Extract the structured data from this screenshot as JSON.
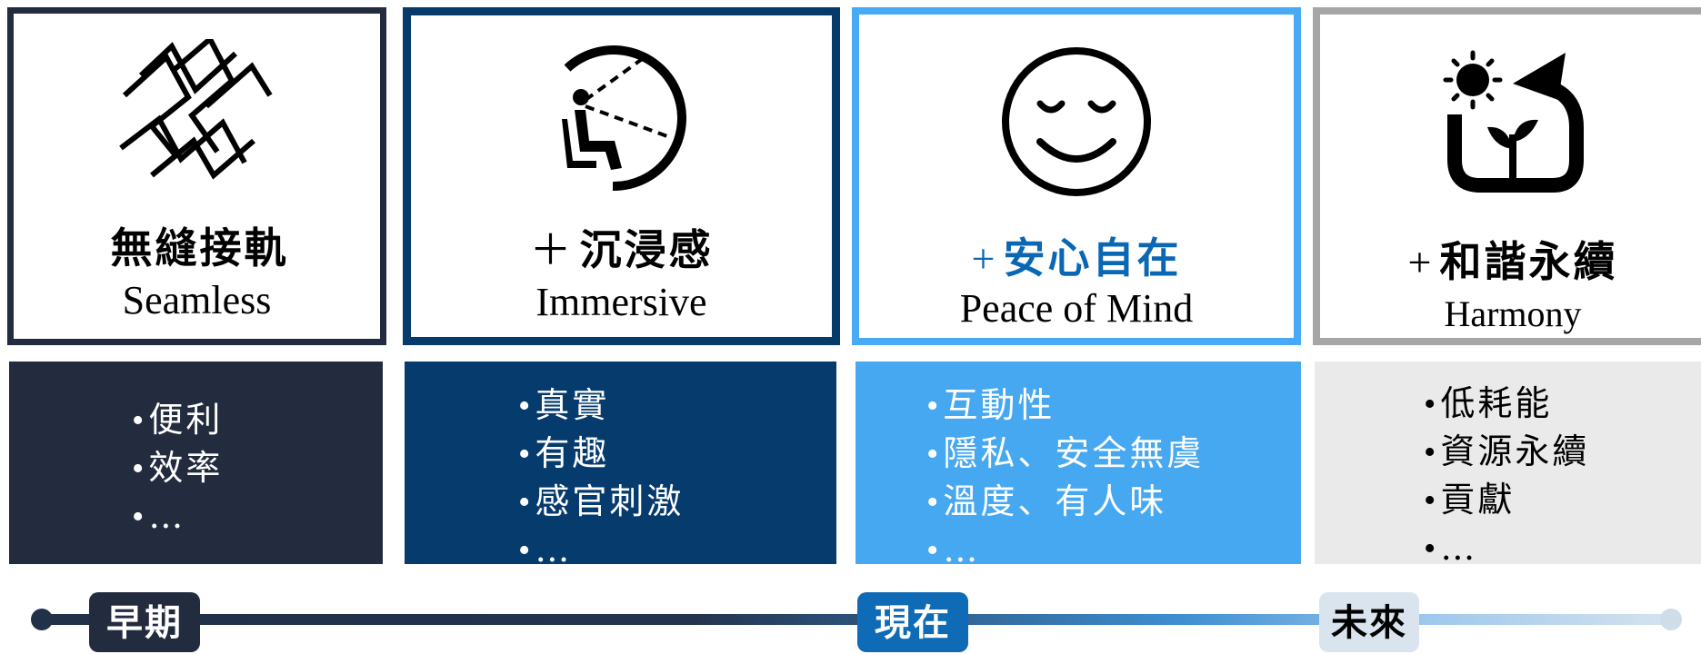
{
  "cards": [
    {
      "plus": "",
      "title": "無縫接軌",
      "subtitle": "Seamless",
      "title_color": "#000000",
      "border_color": "#222b3f",
      "icon": "seamless-weave-icon",
      "points": [
        "便利",
        "效率",
        "…"
      ],
      "box_color": "#232b3e",
      "text_color": "#ffffff"
    },
    {
      "plus": "＋",
      "title": "沉浸感",
      "subtitle": "Immersive",
      "title_color": "#000000",
      "border_color": "#063a6b",
      "icon": "immersive-viewer-icon",
      "points": [
        "真實",
        "有趣",
        "感官刺激",
        "…"
      ],
      "box_color": "#063b6e",
      "text_color": "#ffffff"
    },
    {
      "plus": "+",
      "title": "安心自在",
      "subtitle": "Peace of Mind",
      "title_color": "#0a67b3",
      "border_color": "#48aaf5",
      "icon": "smiley-face-icon",
      "points": [
        "互動性",
        "隱私、安全無虞",
        "溫度、有人味",
        "…"
      ],
      "box_color": "#47a8f2",
      "text_color": "#ffffff"
    },
    {
      "plus": "+",
      "title": "和諧永續",
      "subtitle": "Harmony",
      "title_color": "#000000",
      "border_color": "#a6a6a6",
      "icon": "sustainability-cycle-icon",
      "points": [
        "低耗能",
        "資源永續",
        "貢獻",
        "…"
      ],
      "box_color": "#eaeaea",
      "text_color": "#000000"
    }
  ],
  "timeline": {
    "labels": [
      "早期",
      "現在",
      "未來"
    ],
    "colors": {
      "start": "#223048",
      "mid": "#3e8fd3",
      "end": "#d6e3ef"
    }
  }
}
